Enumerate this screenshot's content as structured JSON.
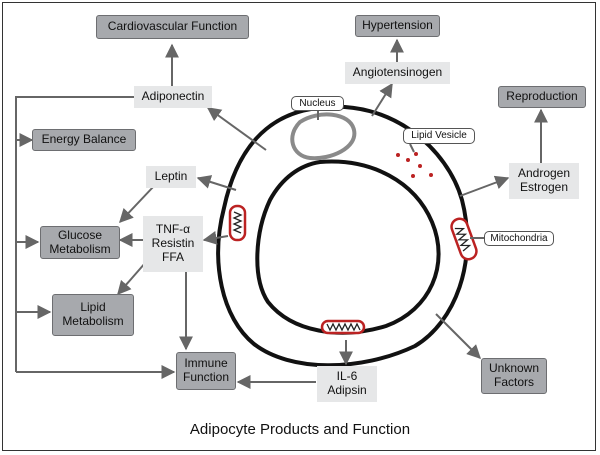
{
  "title": "Adipocyte Products and Function",
  "nodes": {
    "cardiovascular": "Cardiovascular Function",
    "hypertension": "Hypertension",
    "angiotensinogen": "Angiotensinogen",
    "reproduction": "Reproduction",
    "adiponectin": "Adiponectin",
    "energy_balance": "Energy Balance",
    "leptin": "Leptin",
    "androgen_estrogen": "Androgen\nEstrogen",
    "tnf": "TNF-α\nResistin\nFFA",
    "glucose": "Glucose\nMetabolism",
    "lipid_metabolism": "Lipid\nMetabolism",
    "immune": "Immune\nFunction",
    "il6": "IL-6\nAdipsin",
    "unknown": "Unknown\nFactors"
  },
  "cell_labels": {
    "nucleus": "Nucleus",
    "lipid_vesicle": "Lipid Vesicle",
    "mitochondria": "Mitochondria"
  }
}
